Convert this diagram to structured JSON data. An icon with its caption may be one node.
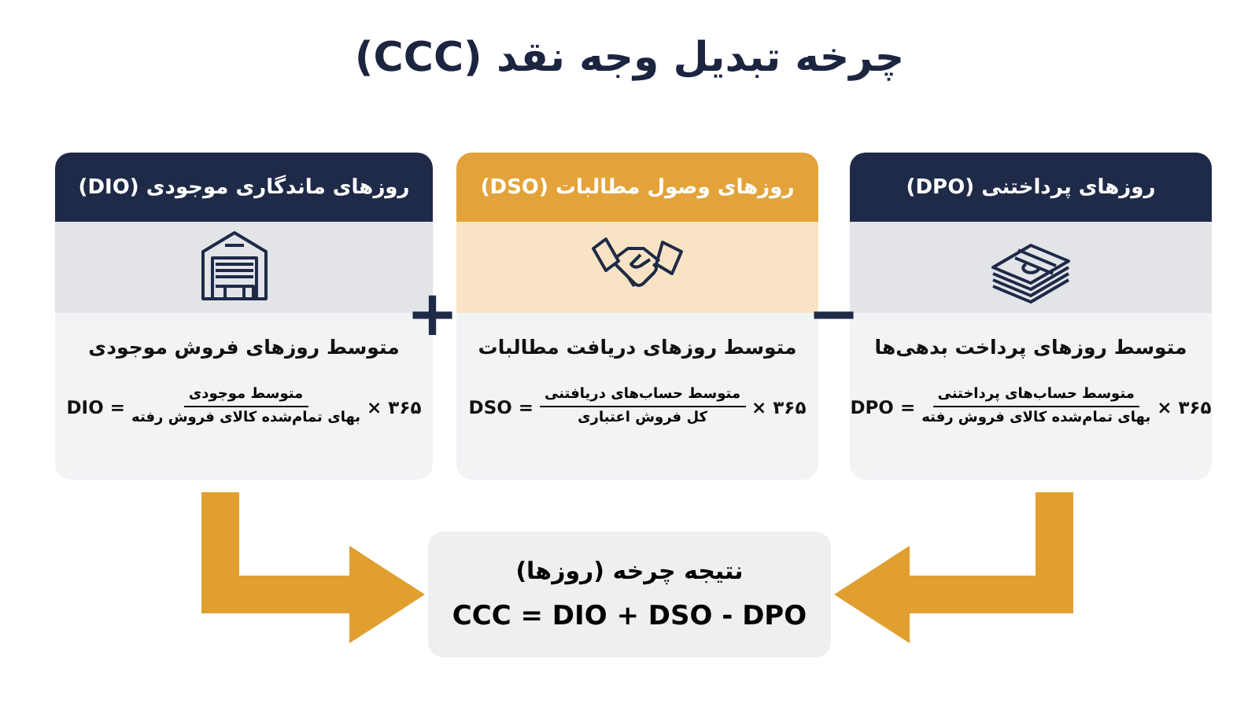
{
  "diagram": {
    "title": "چرخه تبدیل وجه نقد (CCC)",
    "nodes": [
      {
        "text": [
          "روزهای ماندگاری موجودی (DIO)",
          "متوسط روزهای فروش موجودی",
          "DIO =",
          "متوسط موجودی",
          "بهای تمام‌شده کالای فروش رفته",
          "× ۳۶۵"
        ]
      },
      {
        "text": [
          "روزهای وصول مطالبات (DSO)",
          "متوسط روزهای دریافت مطالبات",
          "DSO =",
          "متوسط حساب‌های دریافتنی",
          "کل فروش اعتباری",
          "× ۳۶۵"
        ]
      },
      {
        "text": [
          "روزهای پرداختنی (DPO)",
          "متوسط روزهای پرداخت بدهی‌ها",
          "DPO =",
          "متوسط حساب‌های پرداختنی",
          "بهای تمام‌شده کالای فروش رفته",
          "× ۳۶۵"
        ]
      },
      {
        "text": [
          "نتیجه چرخه (روزها)",
          "CCC = DIO + DSO - DPO"
        ]
      }
    ],
    "edges": [
      {
        "from": 0,
        "to": 3,
        "arrow": "to"
      },
      {
        "from": 2,
        "to": 3,
        "arrow": "to"
      }
    ],
    "labels": [
      "+",
      "−"
    ]
  }
}
